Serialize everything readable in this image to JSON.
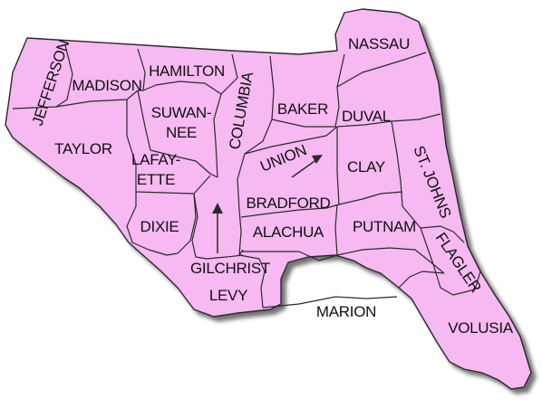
{
  "colors": {
    "land": "#f6b9f1",
    "border": "#2a2a2a",
    "shadow": "#7a6a78",
    "label": "#111111"
  },
  "counties": {
    "jefferson": "JEFFERSON",
    "madison": "MADISON",
    "hamilton": "HAMILTON",
    "nassau": "NASSAU",
    "suwannee_line1": "SUWAN-",
    "suwannee_line2": "NEE",
    "columbia": "COLUMBIA",
    "baker": "BAKER",
    "duval": "DUVAL",
    "taylor": "TAYLOR",
    "lafayette_line1": "LAFAY-",
    "lafayette_line2": "ETTE",
    "union": "UNION",
    "clay": "CLAY",
    "st_johns": "ST. JOHNS",
    "bradford": "BRADFORD",
    "dixie": "DIXIE",
    "alachua": "ALACHUA",
    "putnam": "PUTNAM",
    "flagler": "FLAGLER",
    "gilchrist": "GILCHRIST",
    "levy": "LEVY",
    "marion": "MARION",
    "volusia": "VOLUSIA"
  }
}
